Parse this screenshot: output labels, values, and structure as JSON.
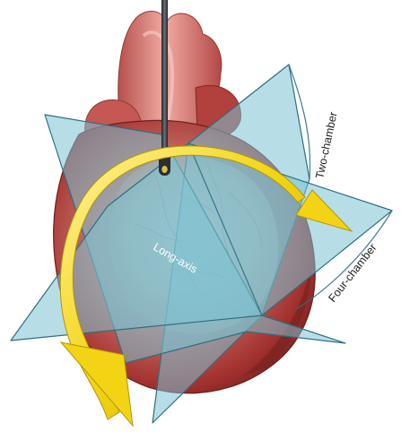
{
  "labels": {
    "two_chamber": "Two-chamber",
    "four_chamber": "Four-chamber",
    "long_axis": "Long-axis"
  },
  "colors": {
    "plane_fill": "#7cc3d3",
    "plane_edge": "#2f6f7e",
    "heart_red": "#a83a36",
    "heart_pink": "#d9a497",
    "aorta": "#d9807b",
    "arrow_yellow": "#f2d414",
    "probe": "#3a3f44"
  }
}
